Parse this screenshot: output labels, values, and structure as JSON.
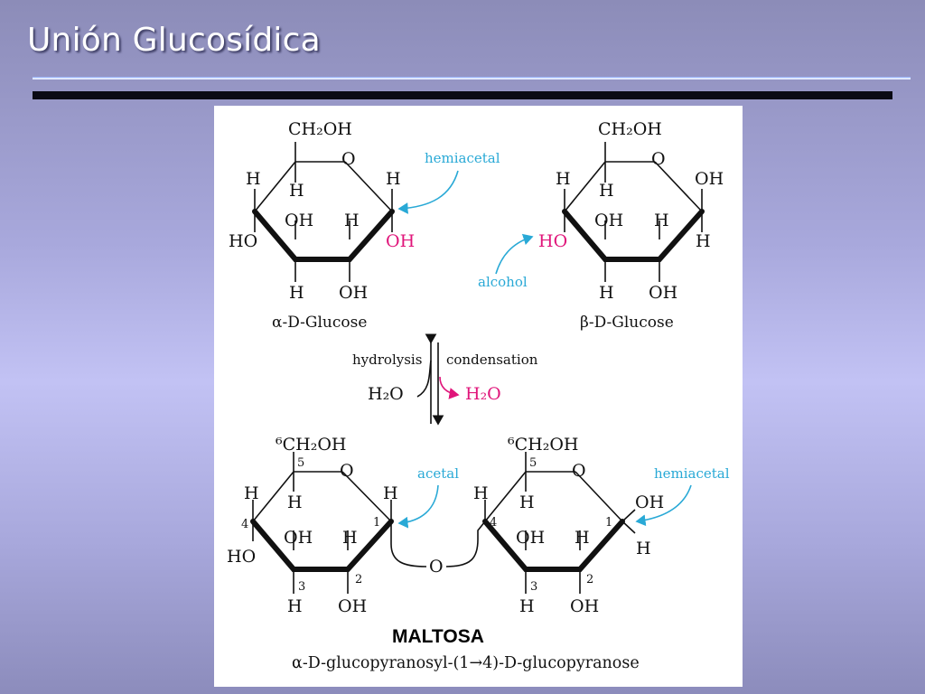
{
  "slide": {
    "title": "Unión Glucosídica"
  },
  "figure": {
    "alpha_glucose": {
      "ch2oh": "CH₂OH",
      "ring_o": "O",
      "h_c4": "H",
      "h_c5": "H",
      "h_c1_top": "H",
      "ho_c4": "HO",
      "oh_c3": "OH",
      "h_c2": "H",
      "oh_c1": "OH",
      "h_c3": "H",
      "oh_c2": "OH",
      "name": "α-D-Glucose"
    },
    "beta_glucose": {
      "ch2oh": "CH₂OH",
      "ring_o": "O",
      "h_c4": "H",
      "h_c5": "H",
      "oh_c1_top": "OH",
      "ho_c4": "HO",
      "oh_c3": "OH",
      "h_c2": "H",
      "h_c1": "H",
      "h_c3": "H",
      "oh_c2": "OH",
      "name": "β-D-Glucose"
    },
    "labels": {
      "hemiacetal_1": "hemiacetal",
      "alcohol": "alcohol",
      "hydrolysis": "hydrolysis",
      "condensation": "condensation",
      "h2o_left": "H₂O",
      "h2o_right": "H₂O",
      "acetal": "acetal",
      "hemiacetal_2": "hemiacetal"
    },
    "maltose_left": {
      "ch2oh": "⁶CH₂OH",
      "num5": "5",
      "ring_o": "O",
      "h_c4": "H",
      "h_c5": "H",
      "h_c1": "H",
      "num4": "4",
      "num1": "1",
      "ho_c4": "HO",
      "oh_c3": "OH",
      "h_c2": "H",
      "num3": "3",
      "num2": "2",
      "h_c3": "H",
      "oh_c2": "OH"
    },
    "glycosidic_o": "O",
    "maltose_right": {
      "ch2oh": "⁶CH₂OH",
      "num5": "5",
      "ring_o": "O",
      "h_c4": "H",
      "h_c5": "H",
      "oh_c1": "OH",
      "num4": "4",
      "num1": "1",
      "h_c1": "H",
      "oh_c3": "OH",
      "h_c2": "H",
      "num3": "3",
      "num2": "2",
      "h_c3": "H",
      "oh_c2": "OH"
    },
    "maltose_label": "MALTOSA",
    "maltose_name": "α-D-glucopyranosyl-(1→4)-D-glucopyranose"
  }
}
